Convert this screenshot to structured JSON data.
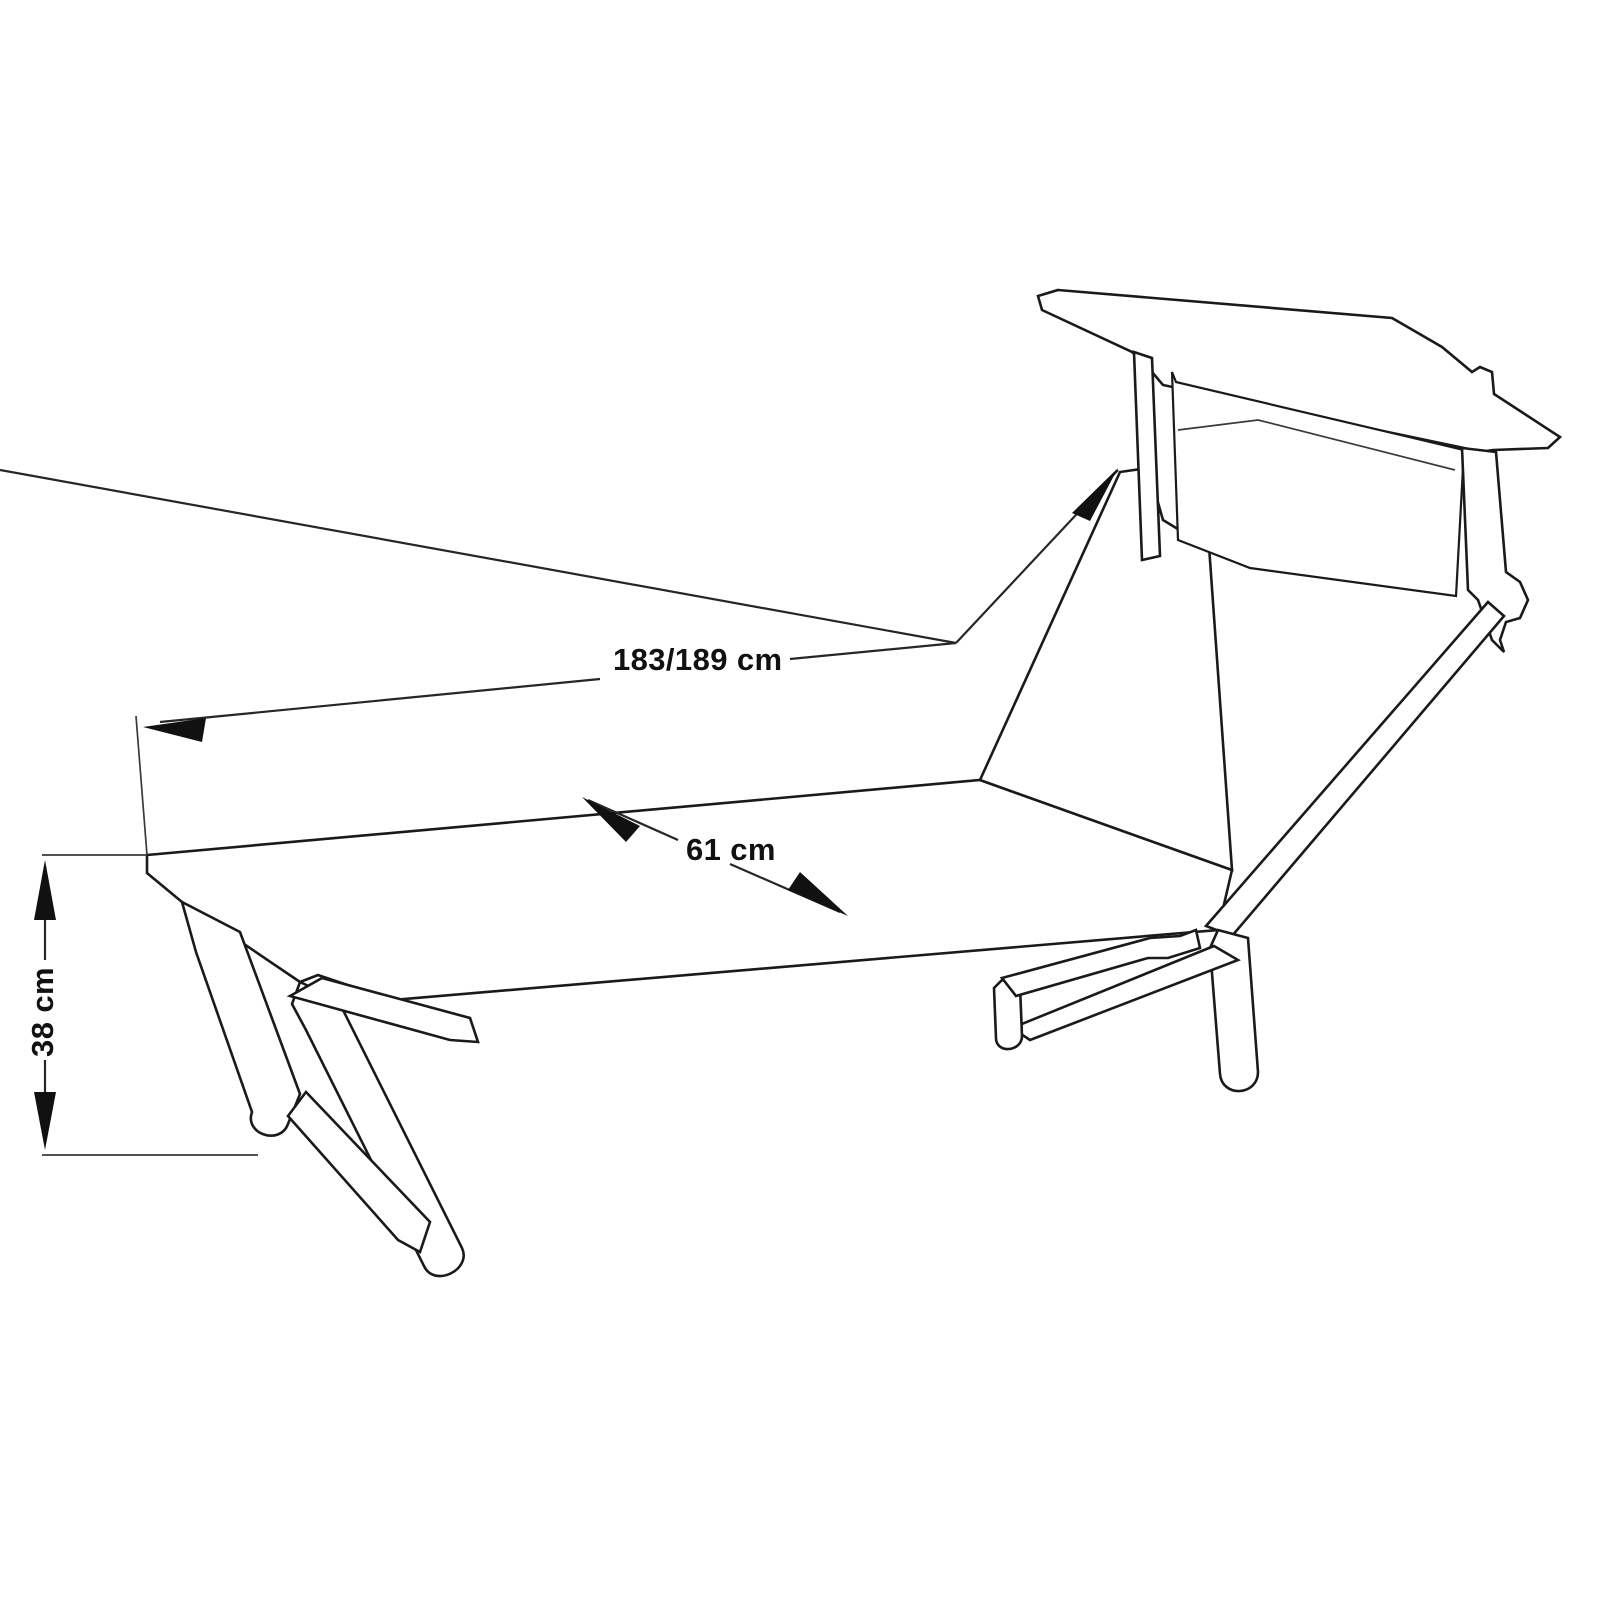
{
  "drawing": {
    "type": "technical-line-drawing",
    "subject": "sun lounger / chaise longue with reclining backrest, 3D perspective outline view",
    "background_color": "#ffffff",
    "line_color": "#1a1a1a",
    "text_color": "#111111",
    "units": "cm"
  },
  "dimensions": {
    "length": {
      "label": "183/189 cm",
      "value_min": 183,
      "value_max": 189,
      "unit": "cm",
      "axis": "length",
      "arrow_style": "double-headed",
      "orientation": "horizontal"
    },
    "width": {
      "label": "61 cm",
      "value": 61,
      "unit": "cm",
      "axis": "width",
      "arrow_style": "double-headed",
      "orientation": "diagonal"
    },
    "height": {
      "label": "38 cm",
      "value": 38,
      "unit": "cm",
      "axis": "height",
      "arrow_style": "double-headed",
      "orientation": "vertical-rotated"
    }
  },
  "parts": {
    "backrest": "reclining-backrest-panel",
    "seat": "seat-platform",
    "left_leg_assembly": "left-a-frame-leg-with-brace",
    "right_leg_assembly": "right-a-frame-leg-with-brace",
    "armrest_rail": "side-frame-rail",
    "headrest_rail": "backrest-top-rail"
  }
}
